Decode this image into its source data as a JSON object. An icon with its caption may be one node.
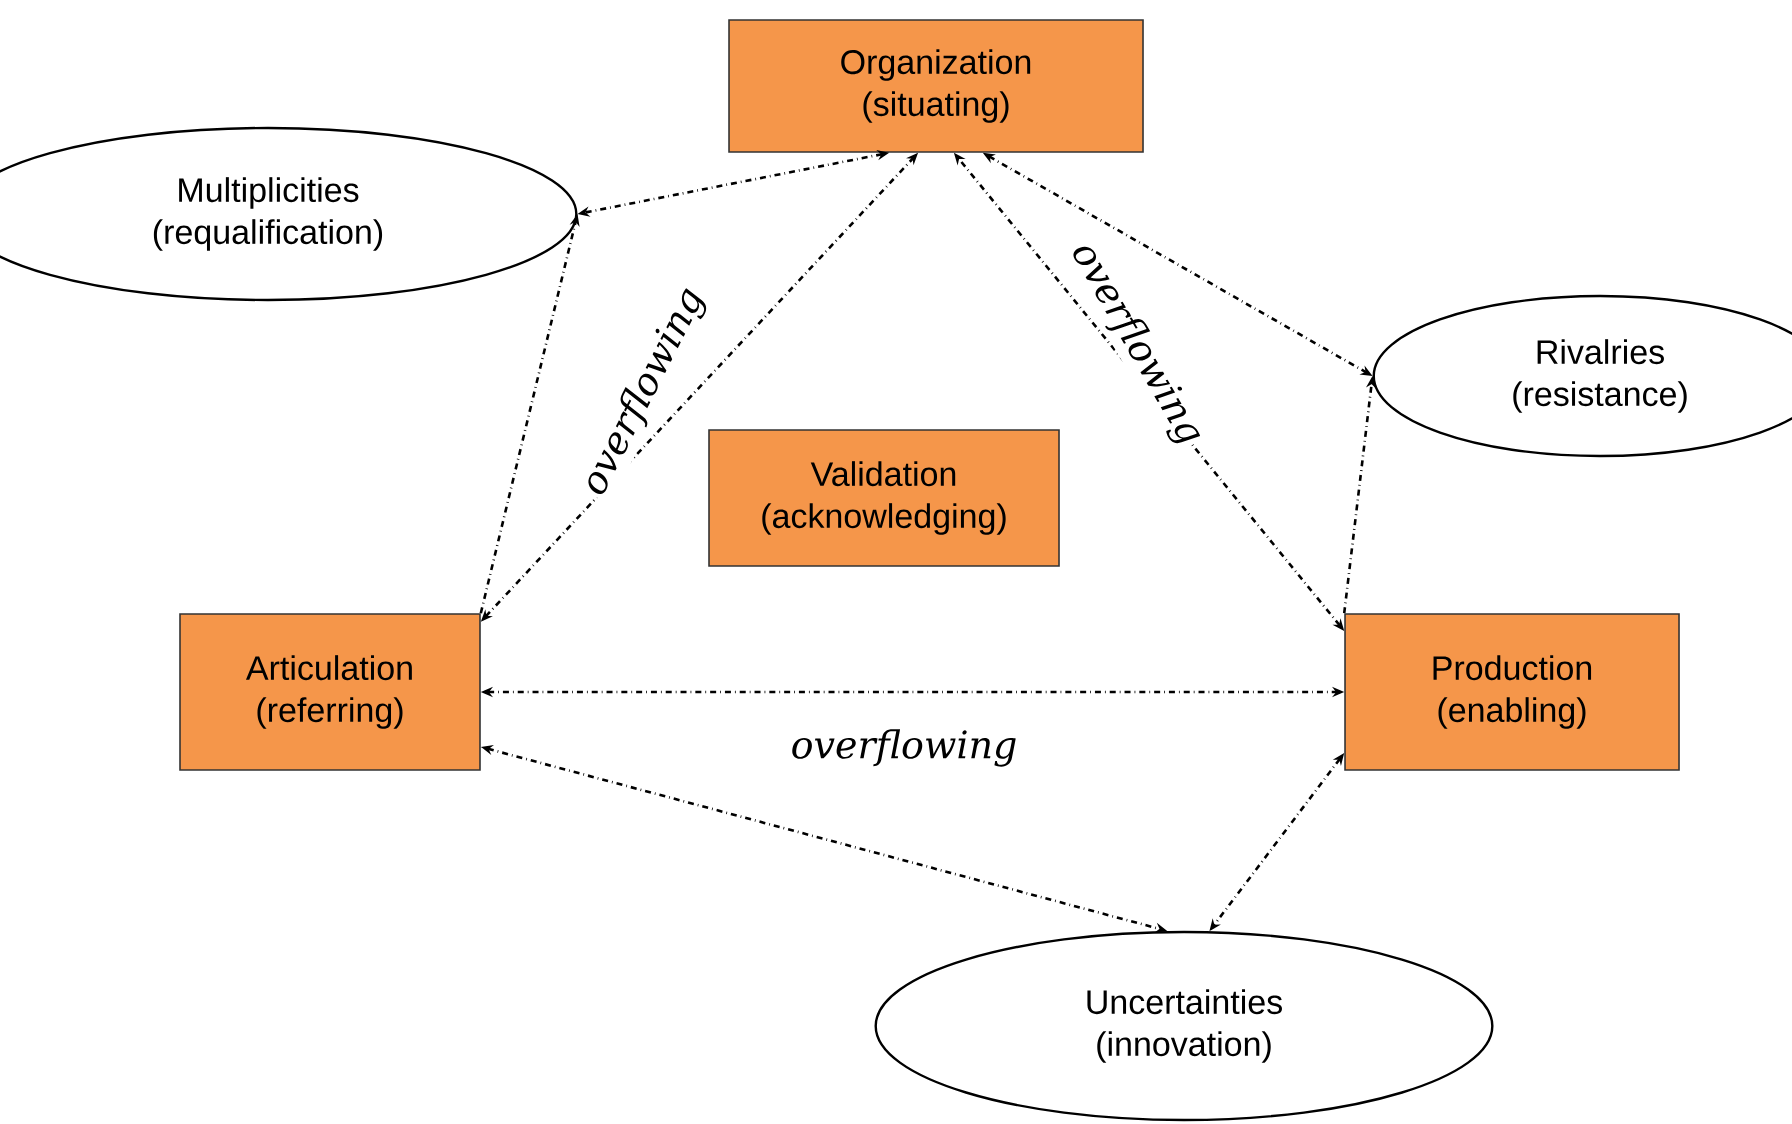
{
  "diagram": {
    "nodes": [
      {
        "text": [
          "Organization",
          "(situating)"
        ]
      },
      {
        "text": [
          "Multiplicities",
          "(requalification)"
        ]
      },
      {
        "text": [
          "Rivalries",
          "(resistance)"
        ]
      },
      {
        "text": [
          "Validation",
          "(acknowledging)"
        ]
      },
      {
        "text": [
          "Articulation",
          "(referring)"
        ]
      },
      {
        "text": [
          "Production",
          "(enabling)"
        ]
      },
      {
        "text": [
          "Uncertainties",
          "(innovation)"
        ]
      }
    ],
    "edges": [
      {
        "from": 0,
        "to": 1,
        "arrow": "both",
        "style": "dashed"
      },
      {
        "from": 4,
        "to": 0,
        "arrow": "both",
        "style": "dashed",
        "label": "overflowing"
      },
      {
        "from": 5,
        "to": 0,
        "arrow": "both",
        "style": "dashed",
        "label": "overflowing"
      },
      {
        "from": 0,
        "to": 2,
        "arrow": "both",
        "style": "dashed"
      },
      {
        "from": 4,
        "to": 5,
        "arrow": "both",
        "style": "dashed",
        "label": "overflowing"
      },
      {
        "from": 5,
        "to": 2,
        "arrow": "to",
        "style": "dashed"
      },
      {
        "from": 4,
        "to": 6,
        "arrow": "both",
        "style": "dashed"
      },
      {
        "from": 5,
        "to": 6,
        "arrow": "both",
        "style": "dashed"
      },
      {
        "from": 4,
        "to": 1,
        "arrow": "to",
        "style": "dashed"
      }
    ]
  }
}
